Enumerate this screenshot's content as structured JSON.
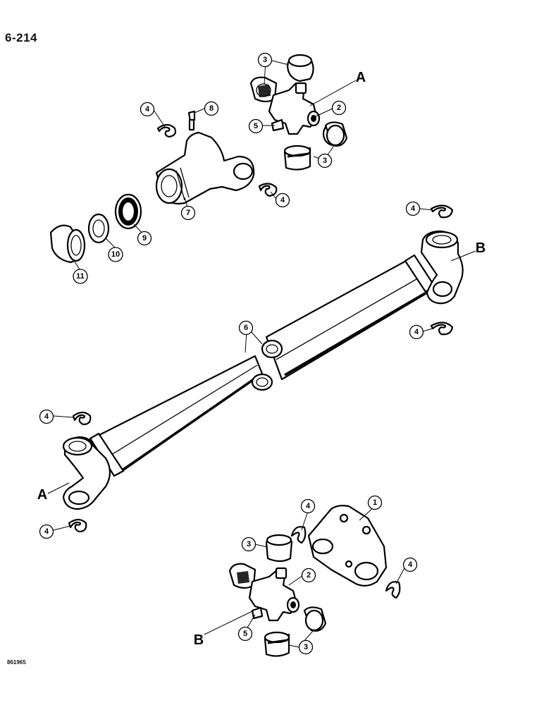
{
  "page": {
    "number": "6-214",
    "drawing_id": "861965"
  },
  "reference_letters": {
    "a": "A",
    "b": "B"
  },
  "callouts": {
    "1": "1",
    "2": "2",
    "3": "3",
    "4": "4",
    "5": "5",
    "6": "6",
    "7": "7",
    "8": "8",
    "9": "9",
    "10": "10",
    "11": "11"
  }
}
